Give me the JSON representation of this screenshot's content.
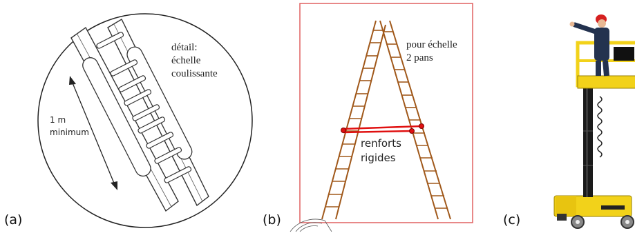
{
  "panels": {
    "a": {
      "label": "(a)",
      "detail_line1": "détail:",
      "detail_line2": "échelle",
      "detail_line3": "coulissante",
      "measure_line1": "1 m",
      "measure_line2": "minimum"
    },
    "b": {
      "label": "(b)",
      "note_line1": "pour échelle",
      "note_line2": "2 pans",
      "brace_line1": "renforts",
      "brace_line2": "rigides",
      "border_color": "#e06060",
      "ladder_color": "#a0581a",
      "brace_color": "#e01010"
    },
    "c": {
      "label": "(c)",
      "platform_color": "#f2d21a",
      "mast_color": "#1a1a1a"
    }
  }
}
